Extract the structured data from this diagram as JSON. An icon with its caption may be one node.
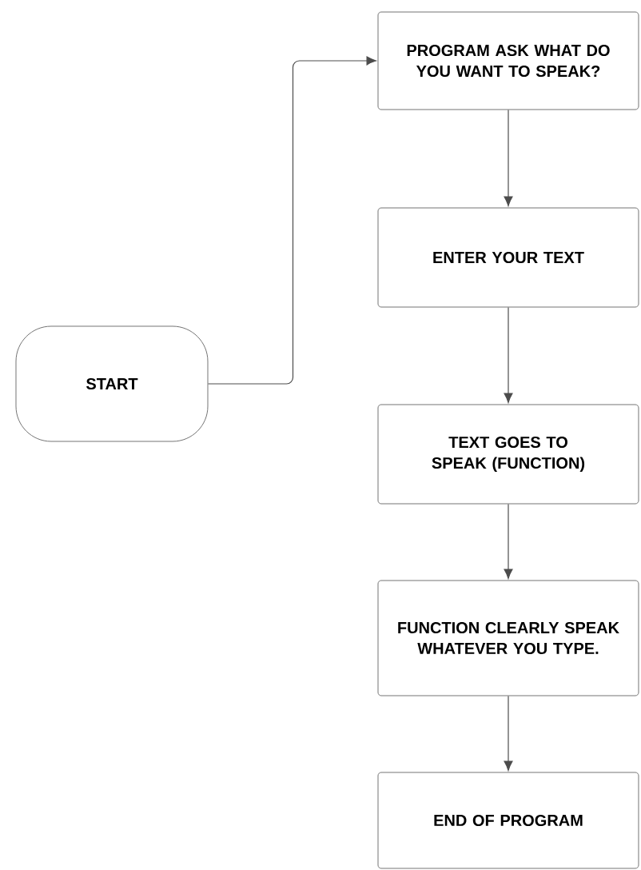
{
  "diagram": {
    "nodes": [
      {
        "text": [
          "START"
        ]
      },
      {
        "text": [
          "PROGRAM ASK WHAT DO YOU WANT TO SPEAK?"
        ]
      },
      {
        "text": [
          "ENTER YOUR TEXT"
        ]
      },
      {
        "text": [
          "TEXT GOES TO SPEAK (FUNCTION)"
        ]
      },
      {
        "text": [
          "FUNCTION CLEARLY SPEAK WHATEVER YOU TYPE."
        ]
      },
      {
        "text": [
          "END OF PROGRAM"
        ]
      }
    ],
    "edges": [
      {
        "from": 0,
        "to": 1,
        "arrow": "to"
      },
      {
        "from": 1,
        "to": 2,
        "arrow": "to"
      },
      {
        "from": 2,
        "to": 3,
        "arrow": "to"
      },
      {
        "from": 3,
        "to": 4,
        "arrow": "to"
      },
      {
        "from": 4,
        "to": 5,
        "arrow": "to"
      }
    ]
  }
}
